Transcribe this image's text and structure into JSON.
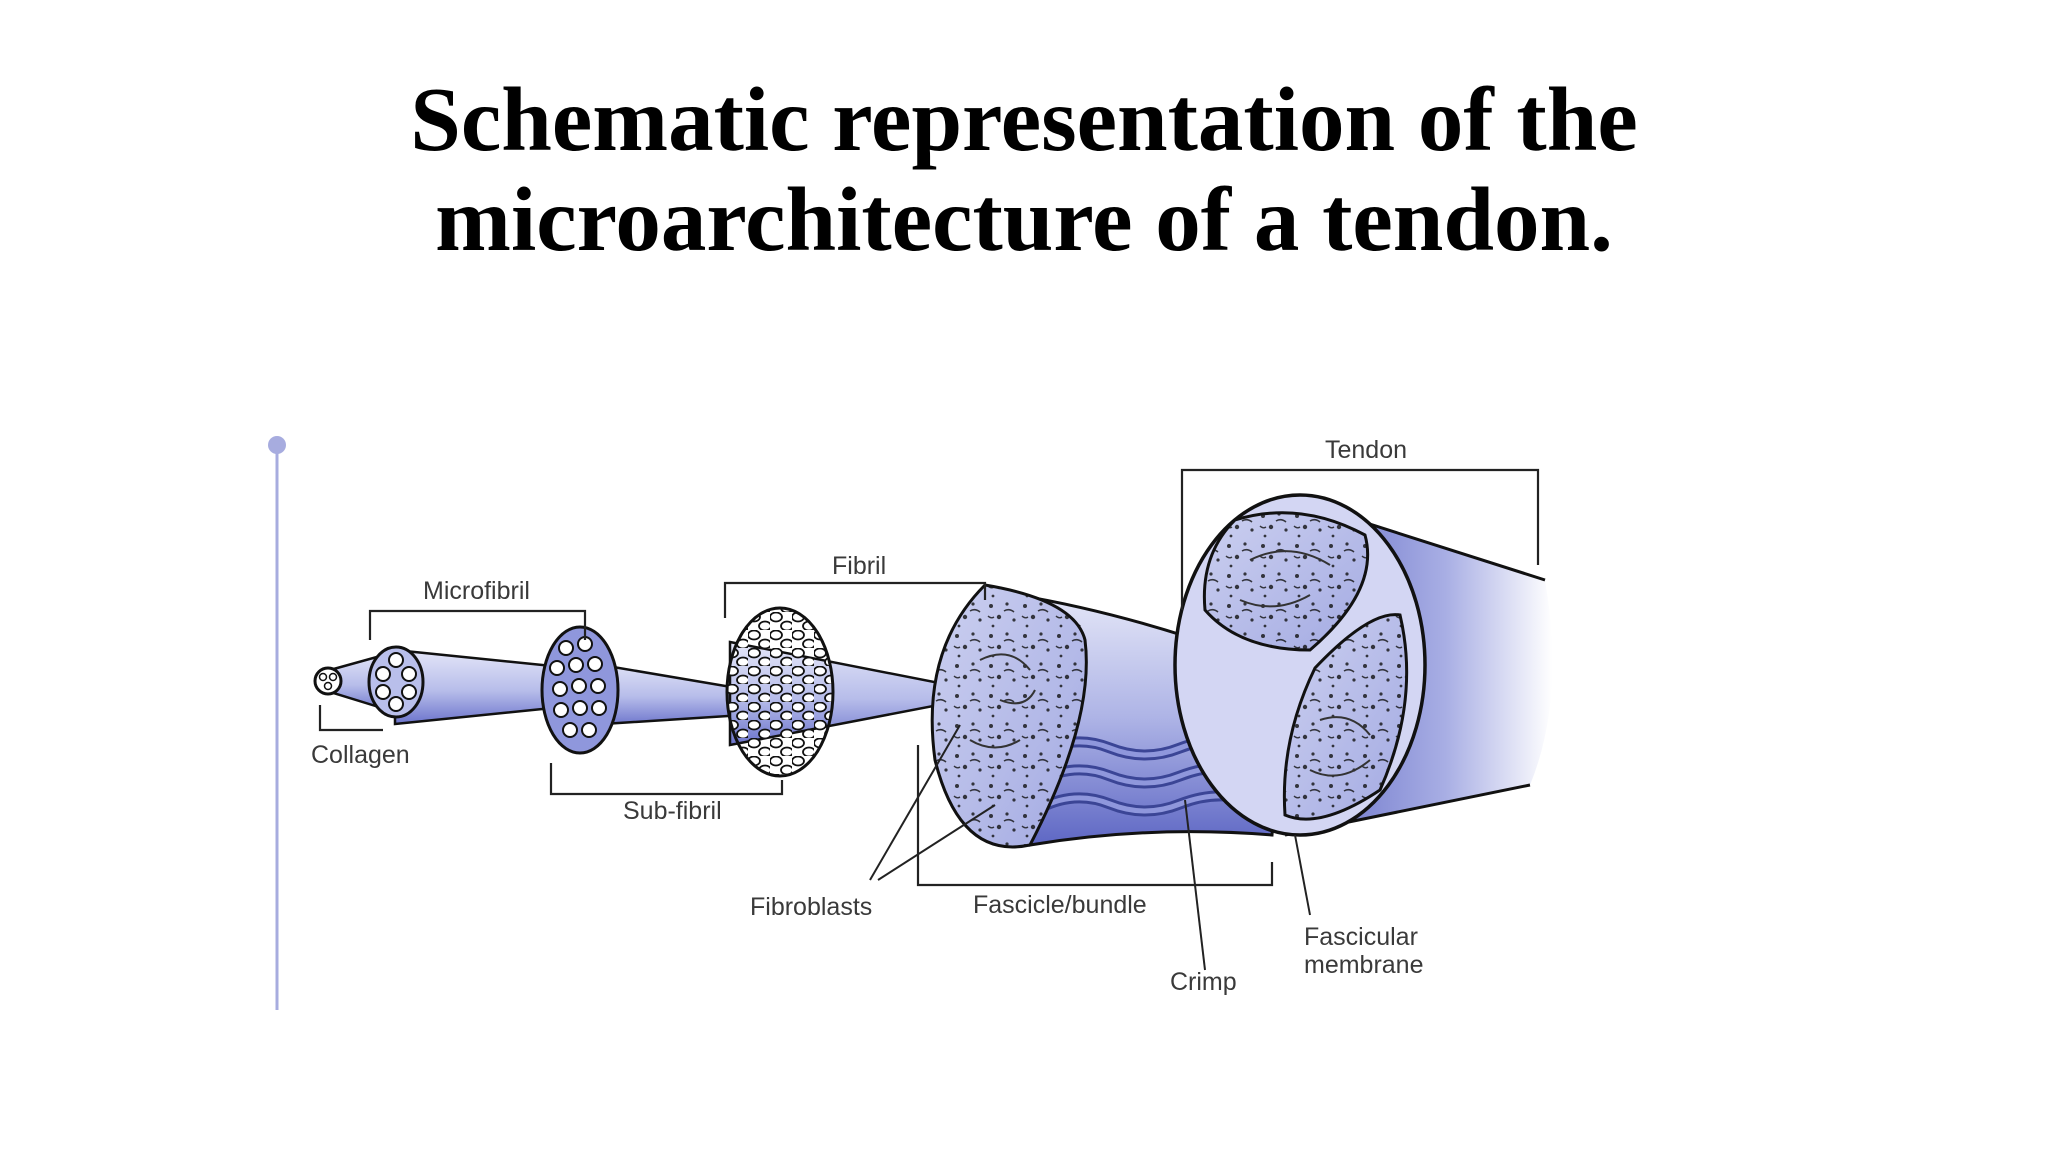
{
  "title": {
    "line1": "Schematic representation of the",
    "line2": "microarchitecture of a tendon."
  },
  "diagram": {
    "labels": {
      "tendon": "Tendon",
      "microfibril": "Microfibril",
      "fibril": "Fibril",
      "collagen": "Collagen",
      "sub_fibril": "Sub-fibril",
      "fibroblasts": "Fibroblasts",
      "fascicle_bundle": "Fascicle/bundle",
      "crimp": "Crimp",
      "fascicular_membrane_line1": "Fascicular",
      "fascicular_membrane_line2": "membrane"
    },
    "colors": {
      "fill_light": "#c6cbee",
      "fill_mid": "#8f97dc",
      "fill_dark": "#5e67c4",
      "crimp_line": "#3b4596",
      "accent_dot": "#a7acdf"
    }
  }
}
